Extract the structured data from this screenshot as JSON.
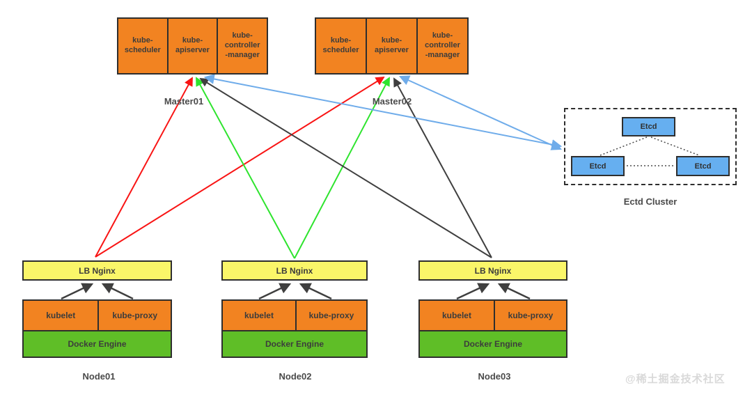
{
  "colors": {
    "component_orange": "#F28321",
    "lb_yellow": "#FAF669",
    "docker_green": "#5FBE27",
    "etcd_blue": "#66AFF0",
    "arrow_red": "#F91414",
    "arrow_green": "#2EE42E",
    "arrow_dark": "#3f3f3f",
    "arrow_blue": "#6FACEA"
  },
  "masters": [
    {
      "label": "Master01",
      "components": [
        "kube-\nscheduler",
        "kube-\napiserver",
        "kube-\ncontroller\n-manager"
      ]
    },
    {
      "label": "Master02",
      "components": [
        "kube-\nscheduler",
        "kube-\napiserver",
        "kube-\ncontroller\n-manager"
      ]
    }
  ],
  "etcd_cluster": {
    "label": "Ectd Cluster",
    "nodes": [
      "Etcd",
      "Etcd",
      "Etcd"
    ]
  },
  "workers": [
    {
      "label": "Node01",
      "lb": "LB Nginx",
      "kubelet": "kubelet",
      "kube_proxy": "kube-proxy",
      "engine": "Docker Engine"
    },
    {
      "label": "Node02",
      "lb": "LB Nginx",
      "kubelet": "kubelet",
      "kube_proxy": "kube-proxy",
      "engine": "Docker Engine"
    },
    {
      "label": "Node03",
      "lb": "LB Nginx",
      "kubelet": "kubelet",
      "kube_proxy": "kube-proxy",
      "engine": "Docker Engine"
    }
  ],
  "watermark": "@稀土掘金技术社区"
}
